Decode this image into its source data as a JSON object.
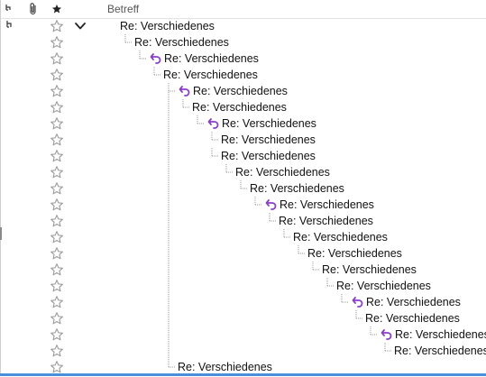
{
  "header": {
    "subject_label": "Betreff"
  },
  "icons": {
    "thread": "thread-icon",
    "attachment": "paperclip-icon",
    "star": "star-icon",
    "reply": "reply-arrow-icon",
    "twisty": "chevron-down-icon"
  },
  "colors": {
    "reply_arrow": "#8a3fc9",
    "star_outline": "#9a9a9a",
    "tree_line": "#9a9a9a",
    "selection_bar": "#4a90d9"
  },
  "messages": [
    {
      "subject": "Re: Verschiedenes",
      "level": 0,
      "replied": false,
      "expanded": true
    },
    {
      "subject": "Re: Verschiedenes",
      "level": 1,
      "replied": false
    },
    {
      "subject": "Re: Verschiedenes",
      "level": 2,
      "replied": true
    },
    {
      "subject": "Re: Verschiedenes",
      "level": 3,
      "replied": false
    },
    {
      "subject": "Re: Verschiedenes",
      "level": 4,
      "replied": true
    },
    {
      "subject": "Re: Verschiedenes",
      "level": 5,
      "replied": false
    },
    {
      "subject": "Re: Verschiedenes",
      "level": 6,
      "replied": true
    },
    {
      "subject": "Re: Verschiedenes",
      "level": 7,
      "replied": false
    },
    {
      "subject": "Re: Verschiedenes",
      "level": 7,
      "replied": false
    },
    {
      "subject": "Re: Verschiedenes",
      "level": 8,
      "replied": false
    },
    {
      "subject": "Re: Verschiedenes",
      "level": 9,
      "replied": false
    },
    {
      "subject": "Re: Verschiedenes",
      "level": 10,
      "replied": true
    },
    {
      "subject": "Re: Verschiedenes",
      "level": 11,
      "replied": false
    },
    {
      "subject": "Re: Verschiedenes",
      "level": 12,
      "replied": false
    },
    {
      "subject": "Re: Verschiedenes",
      "level": 13,
      "replied": false
    },
    {
      "subject": "Re: Verschiedenes",
      "level": 14,
      "replied": false
    },
    {
      "subject": "Re: Verschiedenes",
      "level": 15,
      "replied": false
    },
    {
      "subject": "Re: Verschiedenes",
      "level": 16,
      "replied": true
    },
    {
      "subject": "Re: Verschiedenes",
      "level": 17,
      "replied": false
    },
    {
      "subject": "Re: Verschiedenes",
      "level": 18,
      "replied": true
    },
    {
      "subject": "Re: Verschiedenes",
      "level": 19,
      "replied": false
    },
    {
      "subject": "Re: Verschiedenes",
      "level": 4,
      "replied": false
    }
  ]
}
